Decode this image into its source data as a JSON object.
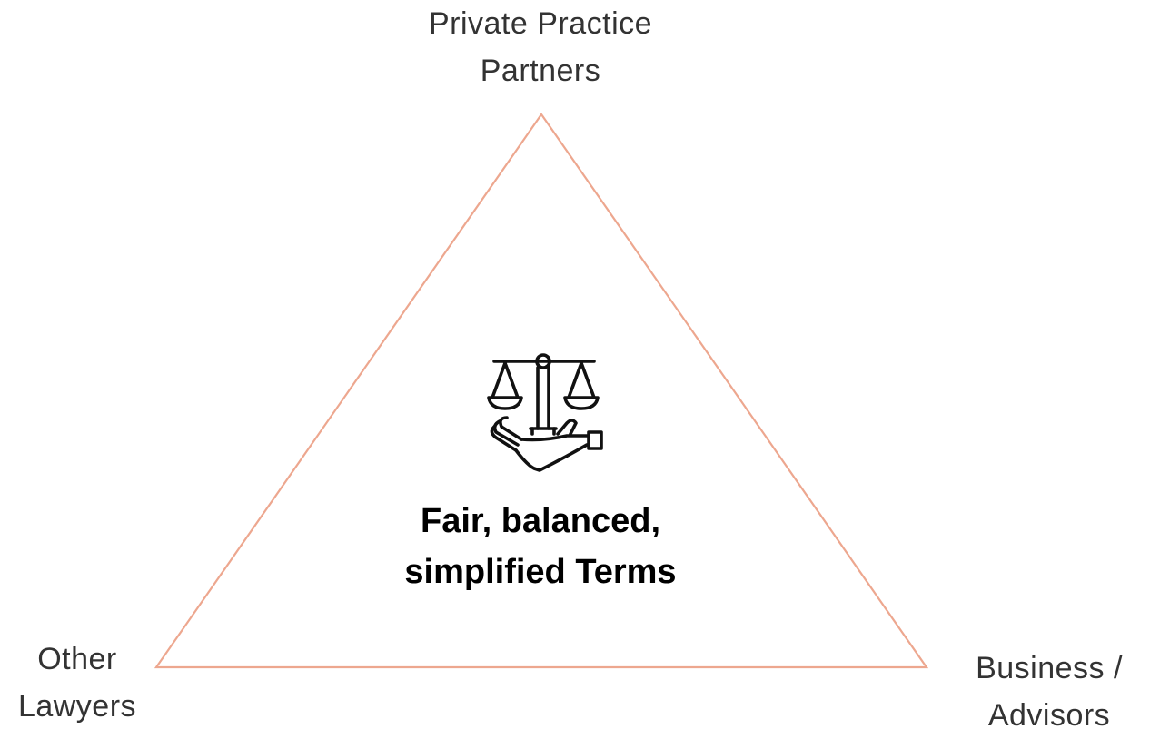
{
  "vertices": {
    "top": {
      "line1": "Private Practice",
      "line2": "Partners"
    },
    "left": {
      "line1": "Other",
      "line2": "Lawyers"
    },
    "right": {
      "line1": "Business /",
      "line2": "Advisors"
    }
  },
  "center": {
    "line1": "Fair, balanced,",
    "line2": "simplified Terms",
    "icon": "scales-of-justice-in-hand-icon"
  },
  "colors": {
    "triangle_stroke": "#EDA78F",
    "label_text": "#333333",
    "center_text": "#000000",
    "icon_stroke": "#111111"
  }
}
